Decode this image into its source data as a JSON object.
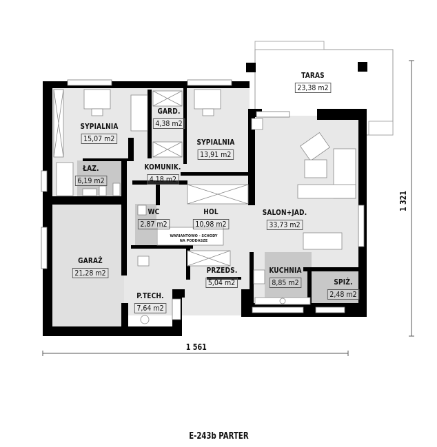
{
  "drawing": {
    "title": "E-243b PARTER",
    "dimensions": {
      "width_label": "1 561",
      "height_label": "1 321"
    },
    "stairs_note": {
      "line1": "WARIANTOWO - SCHODY",
      "line2": "NA PODDASZE"
    },
    "colors": {
      "wall": "#000000",
      "floor_dry": "#e8e8e8",
      "floor_wet": "#c8c8c8",
      "furniture": "#ffffff",
      "line": "#888888"
    }
  },
  "rooms": [
    {
      "id": "taras",
      "name": "TARAS",
      "area": "23,38 m2"
    },
    {
      "id": "sypialnia-1",
      "name": "SYPIALNIA",
      "area": "15,07 m2"
    },
    {
      "id": "gard",
      "name": "GARD.",
      "area": "4,38 m2"
    },
    {
      "id": "sypialnia-2",
      "name": "SYPIALNIA",
      "area": "13,91 m2"
    },
    {
      "id": "laz",
      "name": "ŁAZ.",
      "area": "6,19 m2"
    },
    {
      "id": "komunik",
      "name": "KOMUNIK.",
      "area": "4,18 m2"
    },
    {
      "id": "wc",
      "name": "WC",
      "area": "2,87 m2"
    },
    {
      "id": "hol",
      "name": "HOL",
      "area": "10,98 m2"
    },
    {
      "id": "salon",
      "name": "SALON+JAD.",
      "area": "33,73 m2"
    },
    {
      "id": "garaz",
      "name": "GARAŻ",
      "area": "21,28 m2"
    },
    {
      "id": "przeds",
      "name": "PRZEDS.",
      "area": "5,04 m2"
    },
    {
      "id": "kuchnia",
      "name": "KUCHNIA",
      "area": "8,85 m2"
    },
    {
      "id": "spiz",
      "name": "SPIŻ.",
      "area": "2,48 m2"
    },
    {
      "id": "ptech",
      "name": "P.TECH.",
      "area": "7,64 m2"
    }
  ]
}
